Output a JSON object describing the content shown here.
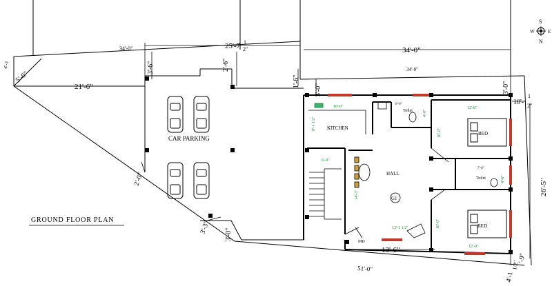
{
  "plan_title": "GROUND FLOOR PLAN",
  "compass": {
    "north": "N",
    "south": "S",
    "east": "E",
    "west": "W"
  },
  "rooms": {
    "car_parking": "CAR PARKING",
    "kitchen": "KITCHEN",
    "hall": "HALL",
    "bed_1": "BED",
    "bed_2": "BED",
    "toilet_1": "Toilet",
    "toilet_2": "Toilet",
    "md": "MD",
    "g1": "G1"
  },
  "dimensions": {
    "plot_top_left": "34'-0\"",
    "plot_top_right": "34'-0\"",
    "top_span_main": "25'-7",
    "top_span_frac_num": "1",
    "top_span_frac_den": "2\"",
    "right_top_main": "34'-0\"",
    "right_top_sub": "34'-0\"",
    "left_corner_a": "4'-3",
    "left_corner_b": "5'-6\"",
    "left_width": "21'-6\"",
    "setback_a": "3'-6\"",
    "setback_b": "2'-6\"",
    "setback_c": "1'-6\"",
    "setback_d": "3'-0\"",
    "setback_e": "3'-0\"",
    "right_edge_main": "10'-",
    "right_edge_frac_num": "1",
    "right_edge_frac_den": "2\"",
    "right_depth": "26'-5\"",
    "diag_a": "2'-0\"",
    "diag_b": "3'-3\"",
    "diag_c": "3'-0\"",
    "bottom_width": "13'-6\"",
    "bottom_total": "51'-0\"",
    "bottom_right_a": "4'-1",
    "bottom_right_b": "'-9\"",
    "bottom_right_frac": "1/2\""
  },
  "room_sizes": {
    "kitchen_w": "10'-0\"",
    "kitchen_h": "8'-1 1/2\"",
    "toilet1_w": "6'-0\"",
    "toilet1_h": "4'-0\"",
    "bed1_w": "12'-0\"",
    "bed1_h": "10'-0\"",
    "stair_w": "6'-0\"",
    "hall_h": "14'-3\"",
    "hall_w": "13'-1 1/2\"",
    "toilet2_w": "7'-6\"",
    "toilet2_h": "4'-6\"",
    "bed2_w": "12'-0\"",
    "bed2_h": "10'-0\""
  },
  "colors": {
    "wall": "#000000",
    "window": "#c0392b",
    "note": "#1a8a3a"
  }
}
